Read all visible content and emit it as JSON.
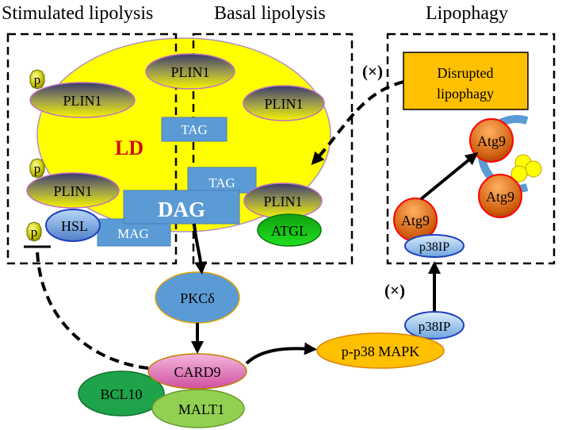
{
  "headers": {
    "stimulated": "Stimulated lipolysis",
    "basal": "Basal lipolysis",
    "lipophagy": "Lipophagy"
  },
  "ld": "LD",
  "plin1": "PLIN1",
  "p": "p",
  "hsl": "HSL",
  "tag": "TAG",
  "dag": "DAG",
  "mag": "MAG",
  "atgl": "ATGL",
  "disrupted": [
    "Disrupted",
    "lipophagy"
  ],
  "block_mark": "(×)",
  "atg9": "Atg9",
  "p38ip": "p38IP",
  "pkc": "PKCδ",
  "card9": "CARD9",
  "bcl10": "BCL10",
  "malt1": "MALT1",
  "p38mapk": "p-p38 MAPK",
  "colors": {
    "ld_yellow": "#ffff00",
    "blue_box": "#5b9bd5",
    "orange_box": "#ffc000",
    "pink": "#e87ac0",
    "green_dark": "#1fa34a",
    "green_light": "#92d050",
    "atgl_green": "#10c010",
    "red_outline": "#ff0000"
  }
}
